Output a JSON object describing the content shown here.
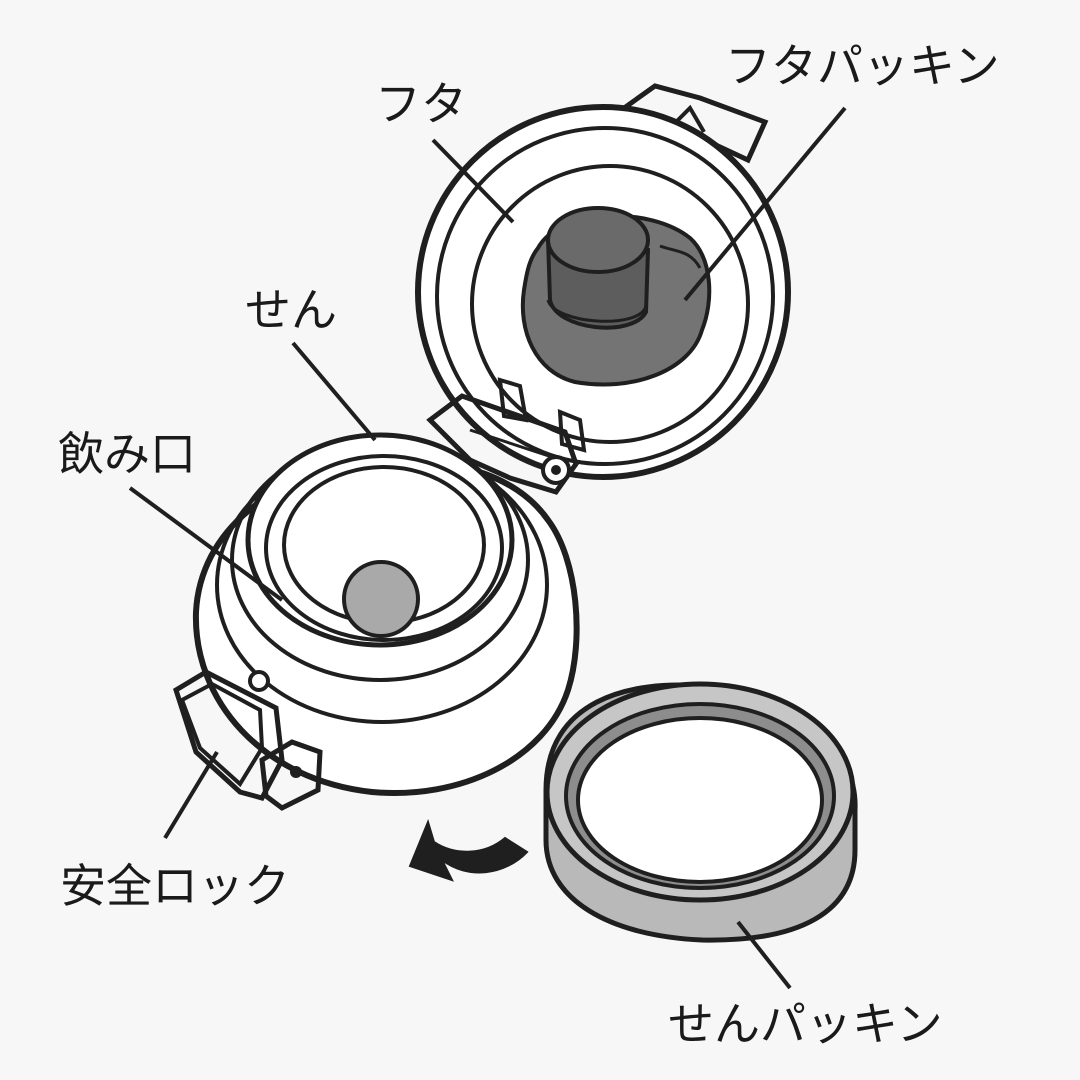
{
  "labels": {
    "futa": "フタ",
    "futa_packing": "フタパッキン",
    "sen": "せん",
    "nomiguchi": "飲み口",
    "safety_lock": "安全ロック",
    "sen_packing": "せんパッキン"
  },
  "colors": {
    "background": "#f7f7f7",
    "outline": "#1f1f1f",
    "lid_gasket": "#747474",
    "lid_stem": "#5d5d5d",
    "spout_valve": "#a9a9a9",
    "gasket_ring_side": "#b9b9b9",
    "gasket_ring_inner": "#8d8d8d"
  }
}
